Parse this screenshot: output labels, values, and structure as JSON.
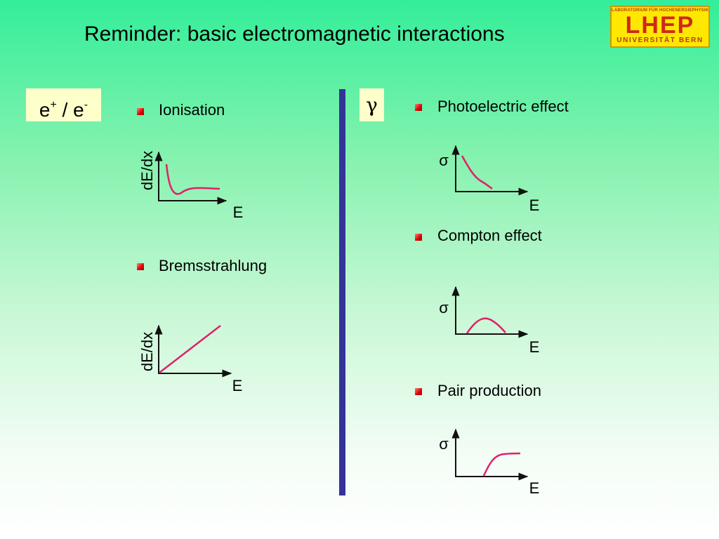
{
  "slide": {
    "title": "Reminder: basic electromagnetic interactions"
  },
  "logo": {
    "top_line": "LABORATORIUM FÜR HOCHENERGIEPHYSIK",
    "main": "LHEP",
    "bottom_line": "UNIVERSITÄT BERN"
  },
  "left_panel": {
    "particle_main": "e",
    "plus": "+",
    "separator": " / e",
    "minus": "-",
    "items": [
      {
        "label": "Ionisation",
        "y_axis": "dE/dx",
        "x_axis": "E"
      },
      {
        "label": "Bremsstrahlung",
        "y_axis": "dE/dx",
        "x_axis": "E"
      }
    ]
  },
  "right_panel": {
    "particle": "γ",
    "items": [
      {
        "label": "Photoelectric effect",
        "y_axis": "σ",
        "x_axis": "E"
      },
      {
        "label": "Compton effect",
        "y_axis": "σ",
        "x_axis": "E"
      },
      {
        "label": "Pair production",
        "y_axis": "σ",
        "x_axis": "E"
      }
    ]
  },
  "colors": {
    "curve": "#e0206a",
    "axis": "#111111",
    "divider": "#333399",
    "label_box": "#ffffcc",
    "bullet": "#dd0000"
  }
}
